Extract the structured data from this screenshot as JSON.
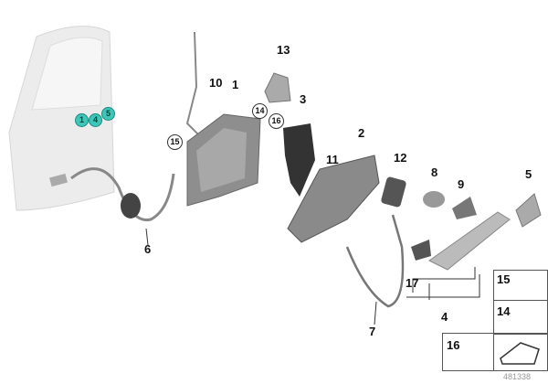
{
  "diagram": {
    "callouts": {
      "c1": "1",
      "c2": "2",
      "c3": "3",
      "c4": "4",
      "c5": "5",
      "c6": "6",
      "c7": "7",
      "c8": "8",
      "c9": "9",
      "c10": "10",
      "c11": "11",
      "c12": "12",
      "c13": "13",
      "c17": "17"
    },
    "circled": {
      "c14": "14",
      "c15": "15",
      "c16": "16"
    },
    "door_badges": [
      "1",
      "4",
      "5"
    ],
    "inset": {
      "a": "15",
      "b": "14",
      "c": "16"
    },
    "image_number": "481338",
    "colors": {
      "badge": "#3cc7b8",
      "part": "#9a9a9a",
      "door": "#ececec"
    }
  }
}
